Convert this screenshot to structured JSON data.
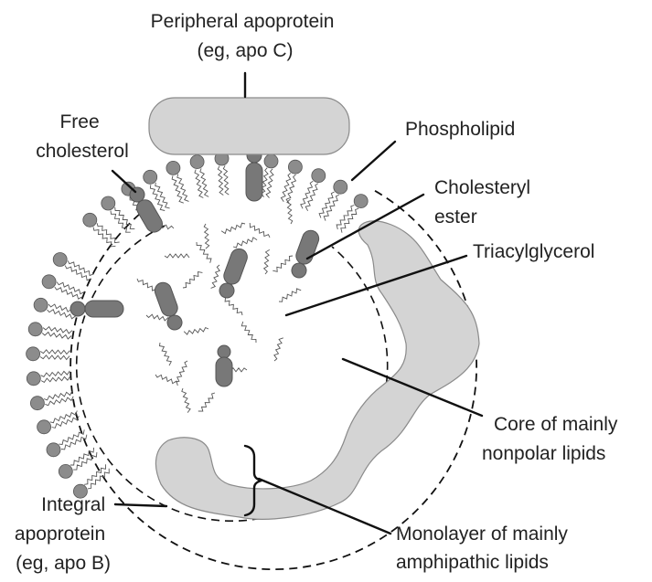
{
  "colors": {
    "apoprotein_fill": "#d4d4d4",
    "apoprotein_stroke": "#8a8a8a",
    "head_fill": "#8c8c8c",
    "cholesterol_fill": "#787878",
    "line": "#111111",
    "text": "#222222"
  },
  "labels": {
    "peripheral": [
      "Peripheral apoprotein",
      "(eg, apo C)"
    ],
    "free_cholesterol": [
      "Free",
      "cholesterol"
    ],
    "phospholipid": [
      "Phospholipid"
    ],
    "cholesteryl_ester": [
      "Cholesteryl",
      "ester"
    ],
    "triacylglycerol": [
      "Triacylglycerol"
    ],
    "core": [
      "Core of mainly",
      "nonpolar lipids"
    ],
    "integral": [
      "Integral",
      "apoprotein",
      "(eg, apo B)"
    ],
    "monolayer": [
      "Monolayer of mainly",
      "amphipathic lipids"
    ]
  }
}
